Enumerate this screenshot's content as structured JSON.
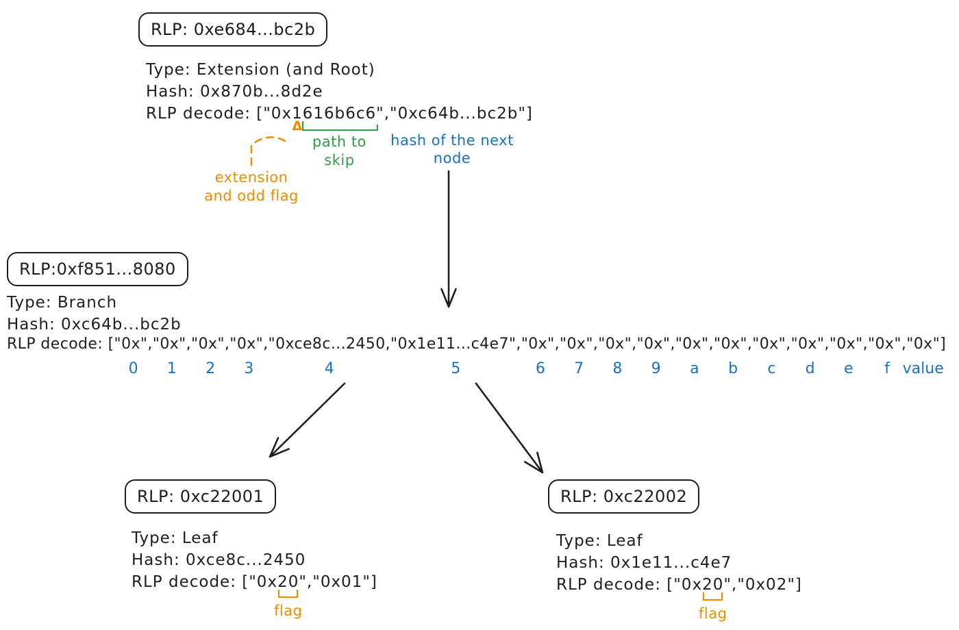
{
  "colors": {
    "ink": "#1e1e1e",
    "orange": "#f08c00",
    "green": "#2f9e44",
    "blue": "#1971c2",
    "background": "#ffffff"
  },
  "extension_node": {
    "rlp_box": "RLP: 0xe684...bc2b",
    "type": "Type: Extension (and Root)",
    "hash": "Hash: 0x870b...8d2e",
    "decode": {
      "pre": "RLP decode: [\"0x",
      "flag_nibble": "1",
      "path": "616b6c6",
      "post": "\",\"0xc64b...bc2b\"]"
    }
  },
  "annotations": {
    "extension_flag": {
      "caret": "Δ",
      "line1": "extension",
      "line2": "and odd flag"
    },
    "path_to_skip": {
      "line1": "path to",
      "line2": "skip"
    },
    "hash_next": {
      "line1": "hash of the next",
      "line2": "node"
    }
  },
  "branch_node": {
    "rlp_box": "RLP:0xf851...8080",
    "type": "Type: Branch",
    "hash": "Hash: 0xc64b...bc2b",
    "decode_prefix": "RLP decode: [",
    "decode_suffix": "]",
    "entries": [
      {
        "text": "\"0x\",",
        "index": "0"
      },
      {
        "text": "\"0x\",",
        "index": "1"
      },
      {
        "text": "\"0x\",",
        "index": "2"
      },
      {
        "text": "\"0x\",",
        "index": "3"
      },
      {
        "text": "\"0xce8c...2450,",
        "index": "4"
      },
      {
        "text": "\"0x1e11...c4e7\",",
        "index": "5"
      },
      {
        "text": "\"0x\",",
        "index": "6"
      },
      {
        "text": "\"0x\",",
        "index": "7"
      },
      {
        "text": "\"0x\",",
        "index": "8"
      },
      {
        "text": "\"0x\",",
        "index": "9"
      },
      {
        "text": "\"0x\",",
        "index": "a"
      },
      {
        "text": "\"0x\",",
        "index": "b"
      },
      {
        "text": "\"0x\",",
        "index": "c"
      },
      {
        "text": "\"0x\",",
        "index": "d"
      },
      {
        "text": "\"0x\",",
        "index": "e"
      },
      {
        "text": "\"0x\",",
        "index": "f"
      },
      {
        "text": "\"0x\"",
        "index": "value"
      }
    ]
  },
  "leaf_node_1": {
    "rlp_box": "RLP: 0xc22001",
    "type": "Type: Leaf",
    "hash": "Hash: 0xce8c...2450",
    "decode": {
      "pre": "RLP decode: [\"0x",
      "flag": "20",
      "post": "\",\"0x01\"]"
    },
    "flag_label": "flag"
  },
  "leaf_node_2": {
    "rlp_box": "RLP: 0xc22002",
    "type": "Type: Leaf",
    "hash": "Hash: 0x1e11...c4e7",
    "decode": {
      "pre": "RLP decode: [\"0x",
      "flag": "20",
      "post": "\",\"0x02\"]"
    },
    "flag_label": "flag"
  }
}
